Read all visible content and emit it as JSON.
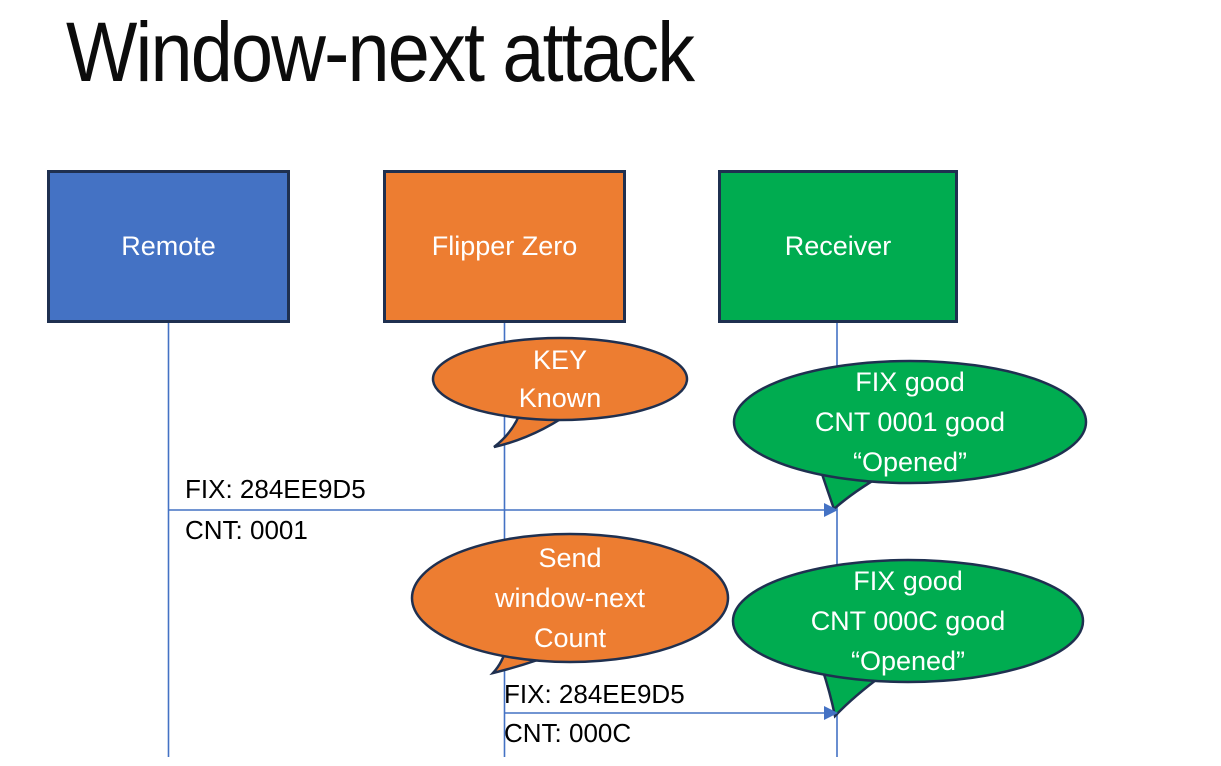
{
  "title": "Window-next attack",
  "colors": {
    "remote_fill": "#4472C4",
    "flipper_fill": "#ED7D31",
    "receiver_fill": "#00AC50",
    "shape_outline": "#1F3050",
    "connector": "#4472C4",
    "shape_text": "#FFFFFF",
    "label_text": "#000000"
  },
  "actors": [
    {
      "id": "remote",
      "label": "Remote"
    },
    {
      "id": "flipper-zero",
      "label": "Flipper Zero"
    },
    {
      "id": "receiver",
      "label": "Receiver"
    }
  ],
  "callouts": [
    {
      "id": "key-known",
      "actor": "flipper-zero",
      "lines": [
        "KEY",
        "Known"
      ]
    },
    {
      "id": "opened-first",
      "actor": "receiver",
      "lines": [
        "FIX good",
        "CNT 0001 good",
        "“Opened”"
      ]
    },
    {
      "id": "send-window-next",
      "actor": "flipper-zero",
      "lines": [
        "Send",
        "window-next",
        "Count"
      ]
    },
    {
      "id": "opened-second",
      "actor": "receiver",
      "lines": [
        "FIX good",
        "CNT 000C good",
        "“Opened”"
      ]
    }
  ],
  "messages": [
    {
      "id": "msg-1",
      "from": "remote",
      "to": "receiver",
      "label_top": "FIX: 284EE9D5",
      "label_bottom": "CNT: 0001"
    },
    {
      "id": "msg-2",
      "from": "flipper-zero",
      "to": "receiver",
      "label_top": "FIX: 284EE9D5",
      "label_bottom": "CNT: 000C"
    }
  ]
}
